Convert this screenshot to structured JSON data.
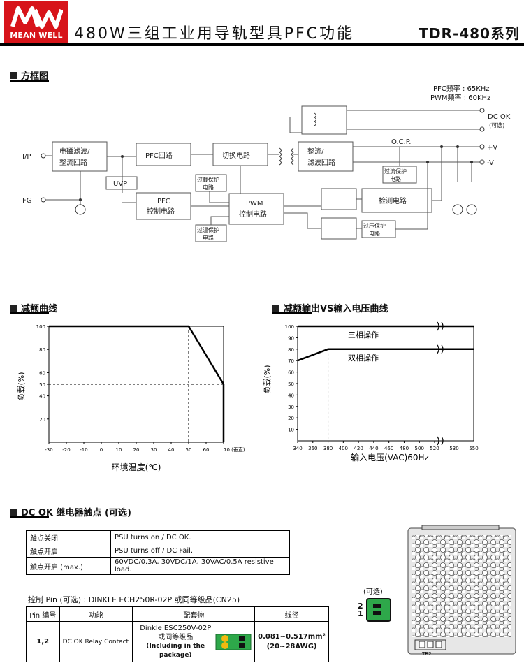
{
  "header": {
    "logo_top": "M W",
    "logo_text": "MEAN WELL",
    "title": "480W三组工业用导轨型具PFC功能",
    "series": "TDR-480系列"
  },
  "block_diagram": {
    "section_title": "方框图",
    "freq_pfc": "PFC频率 : 65KHz",
    "freq_pwm": "PWM频率 : 60KHz",
    "labels": {
      "ip": "I/P",
      "fg": "FG",
      "emi": [
        "电磁滤波/",
        "整流回路"
      ],
      "pfc_circuit": "PFC回路",
      "switch": "切换电路",
      "rect": [
        "整流/",
        "滤波回路"
      ],
      "uvp": "UVP",
      "pfc_ctrl": [
        "PFC",
        "控制电路"
      ],
      "pwm_ctrl": [
        "PWM",
        "控制电路"
      ],
      "ovl": [
        "过载保护",
        "电路"
      ],
      "otp": [
        "过温保护",
        "电路"
      ],
      "ocp_box": [
        "过流保护",
        "电路"
      ],
      "detect": "检测电路",
      "ovp": [
        "过压保护",
        "电路"
      ],
      "ocp": "O.C.P.",
      "dc_ok": "DC OK",
      "dc_ok_opt": "(可选)",
      "vplus": "+V",
      "vminus": "-V"
    }
  },
  "derating": {
    "section_title": "减额曲线",
    "chart_data": {
      "type": "line",
      "ylabel": "负载(%)",
      "xlabel": "环境温度(℃)",
      "x_ticks": [
        "-30",
        "-20",
        "-10",
        "0",
        "10",
        "20",
        "30",
        "40",
        "50",
        "60",
        "70 (垂直)"
      ],
      "y_ticks": [
        "100",
        "80",
        "60",
        "50",
        "40",
        "20"
      ],
      "series": [
        {
          "x": [
            -30,
            50,
            70,
            70
          ],
          "y": [
            100,
            100,
            50,
            0
          ]
        }
      ],
      "xlim": [
        -30,
        70
      ],
      "ylim": [
        0,
        100
      ]
    }
  },
  "input_derating": {
    "section_title": "减额输出VS输入电压曲线",
    "chart_data": {
      "type": "line",
      "ylabel": "负载(%)",
      "xlabel": "输入电压(VAC)60Hz",
      "x_ticks": [
        "340",
        "360",
        "380",
        "400",
        "420",
        "440",
        "460",
        "480",
        "500",
        "520",
        "530",
        "550"
      ],
      "y_ticks": [
        "100",
        "90",
        "80",
        "70",
        "60",
        "50",
        "40",
        "30",
        "20",
        "10"
      ],
      "series": [
        {
          "name": "三相操作",
          "x": [
            340,
            550
          ],
          "y": [
            100,
            100
          ]
        },
        {
          "name": "双相操作",
          "x": [
            340,
            380,
            550
          ],
          "y": [
            70,
            80,
            80
          ]
        }
      ],
      "ylim": [
        0,
        100
      ]
    }
  },
  "dc_ok": {
    "section_title": "DC OK 继电器触点 (可选)",
    "rows": [
      {
        "cond": "触点关闭",
        "desc": "PSU turns on / DC OK."
      },
      {
        "cond": "触点开启",
        "desc": "PSU turns off / DC Fail."
      },
      {
        "cond": "触点开启 (max.)",
        "desc": "60VDC/0.3A, 30VDC/1A, 30VAC/0.5A resistive load."
      }
    ]
  },
  "control_pin": {
    "title": "控制 Pin (可选) : DINKLE ECH250R-02P 或同等级品(CN25)",
    "headers": [
      "Pin 编号",
      "功能",
      "配套物",
      "线径"
    ],
    "row": {
      "pin": "1,2",
      "func": "DC OK Relay Contact",
      "mate_1": "Dinkle ESC250V-02P",
      "mate_2": "或同等级品",
      "mate_3": "(Including in the package)",
      "wire_1": "0.081~0.517mm²",
      "wire_2": "(20~28AWG)"
    },
    "optional_label": "(可选)",
    "pin_nums": [
      "2",
      "1"
    ],
    "tb_label": "TB2"
  }
}
